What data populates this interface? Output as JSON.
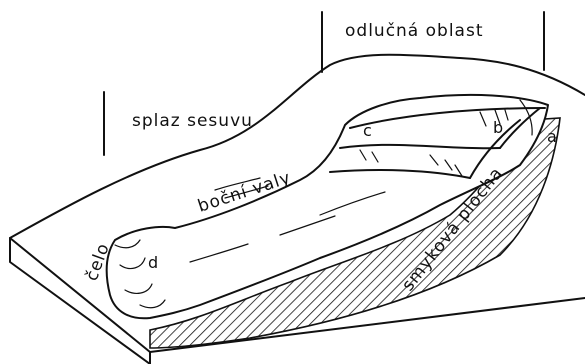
{
  "labels": {
    "detachment_area": "odlučná oblast",
    "landslide_accumulation": "splaz sesuvu",
    "side_ridges": "boční valy",
    "slip_surface": "smyková plocha",
    "toe": "čelo"
  },
  "letters": {
    "a": "a",
    "b": "b",
    "c": "c",
    "d": "d"
  }
}
